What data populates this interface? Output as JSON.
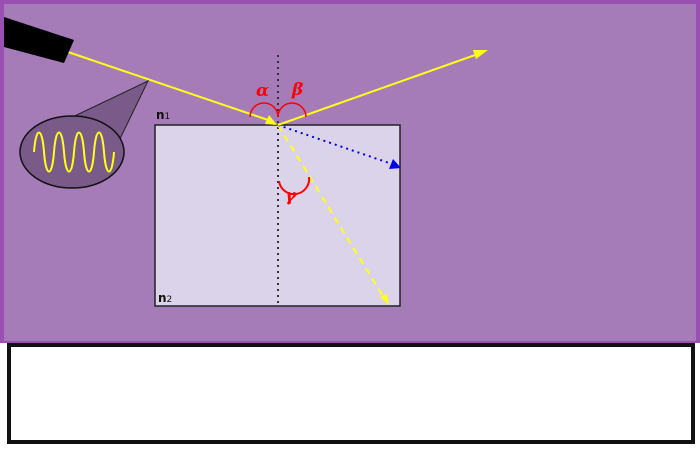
{
  "colors": {
    "frame": "#9a4fb3",
    "background": "#a57cb8",
    "medium_fill": "#dbd3ea",
    "medium_border": "#222222",
    "ray": "#ffff1a",
    "reflected_ray": "#ffff1a",
    "refracted_ray": "#ffff1a",
    "partial_ray": "#0000ee",
    "normal_line": "#333333",
    "angle_arc": "#ff0000",
    "source_body": "#000000",
    "magnifier_fill": "#7a5a88",
    "wave": "#ffff1a"
  },
  "icons": {
    "light_source": "laser-pointer-icon",
    "wave_zoom": "magnifier-wave-icon"
  },
  "labels": {
    "medium_top": {
      "main": "n",
      "sub": "1"
    },
    "medium_bottom": {
      "main": "n",
      "sub": "2"
    },
    "angle_incidence": "α",
    "angle_reflection": "β",
    "angle_refraction": "γ"
  },
  "info_panel": {
    "text": ""
  }
}
